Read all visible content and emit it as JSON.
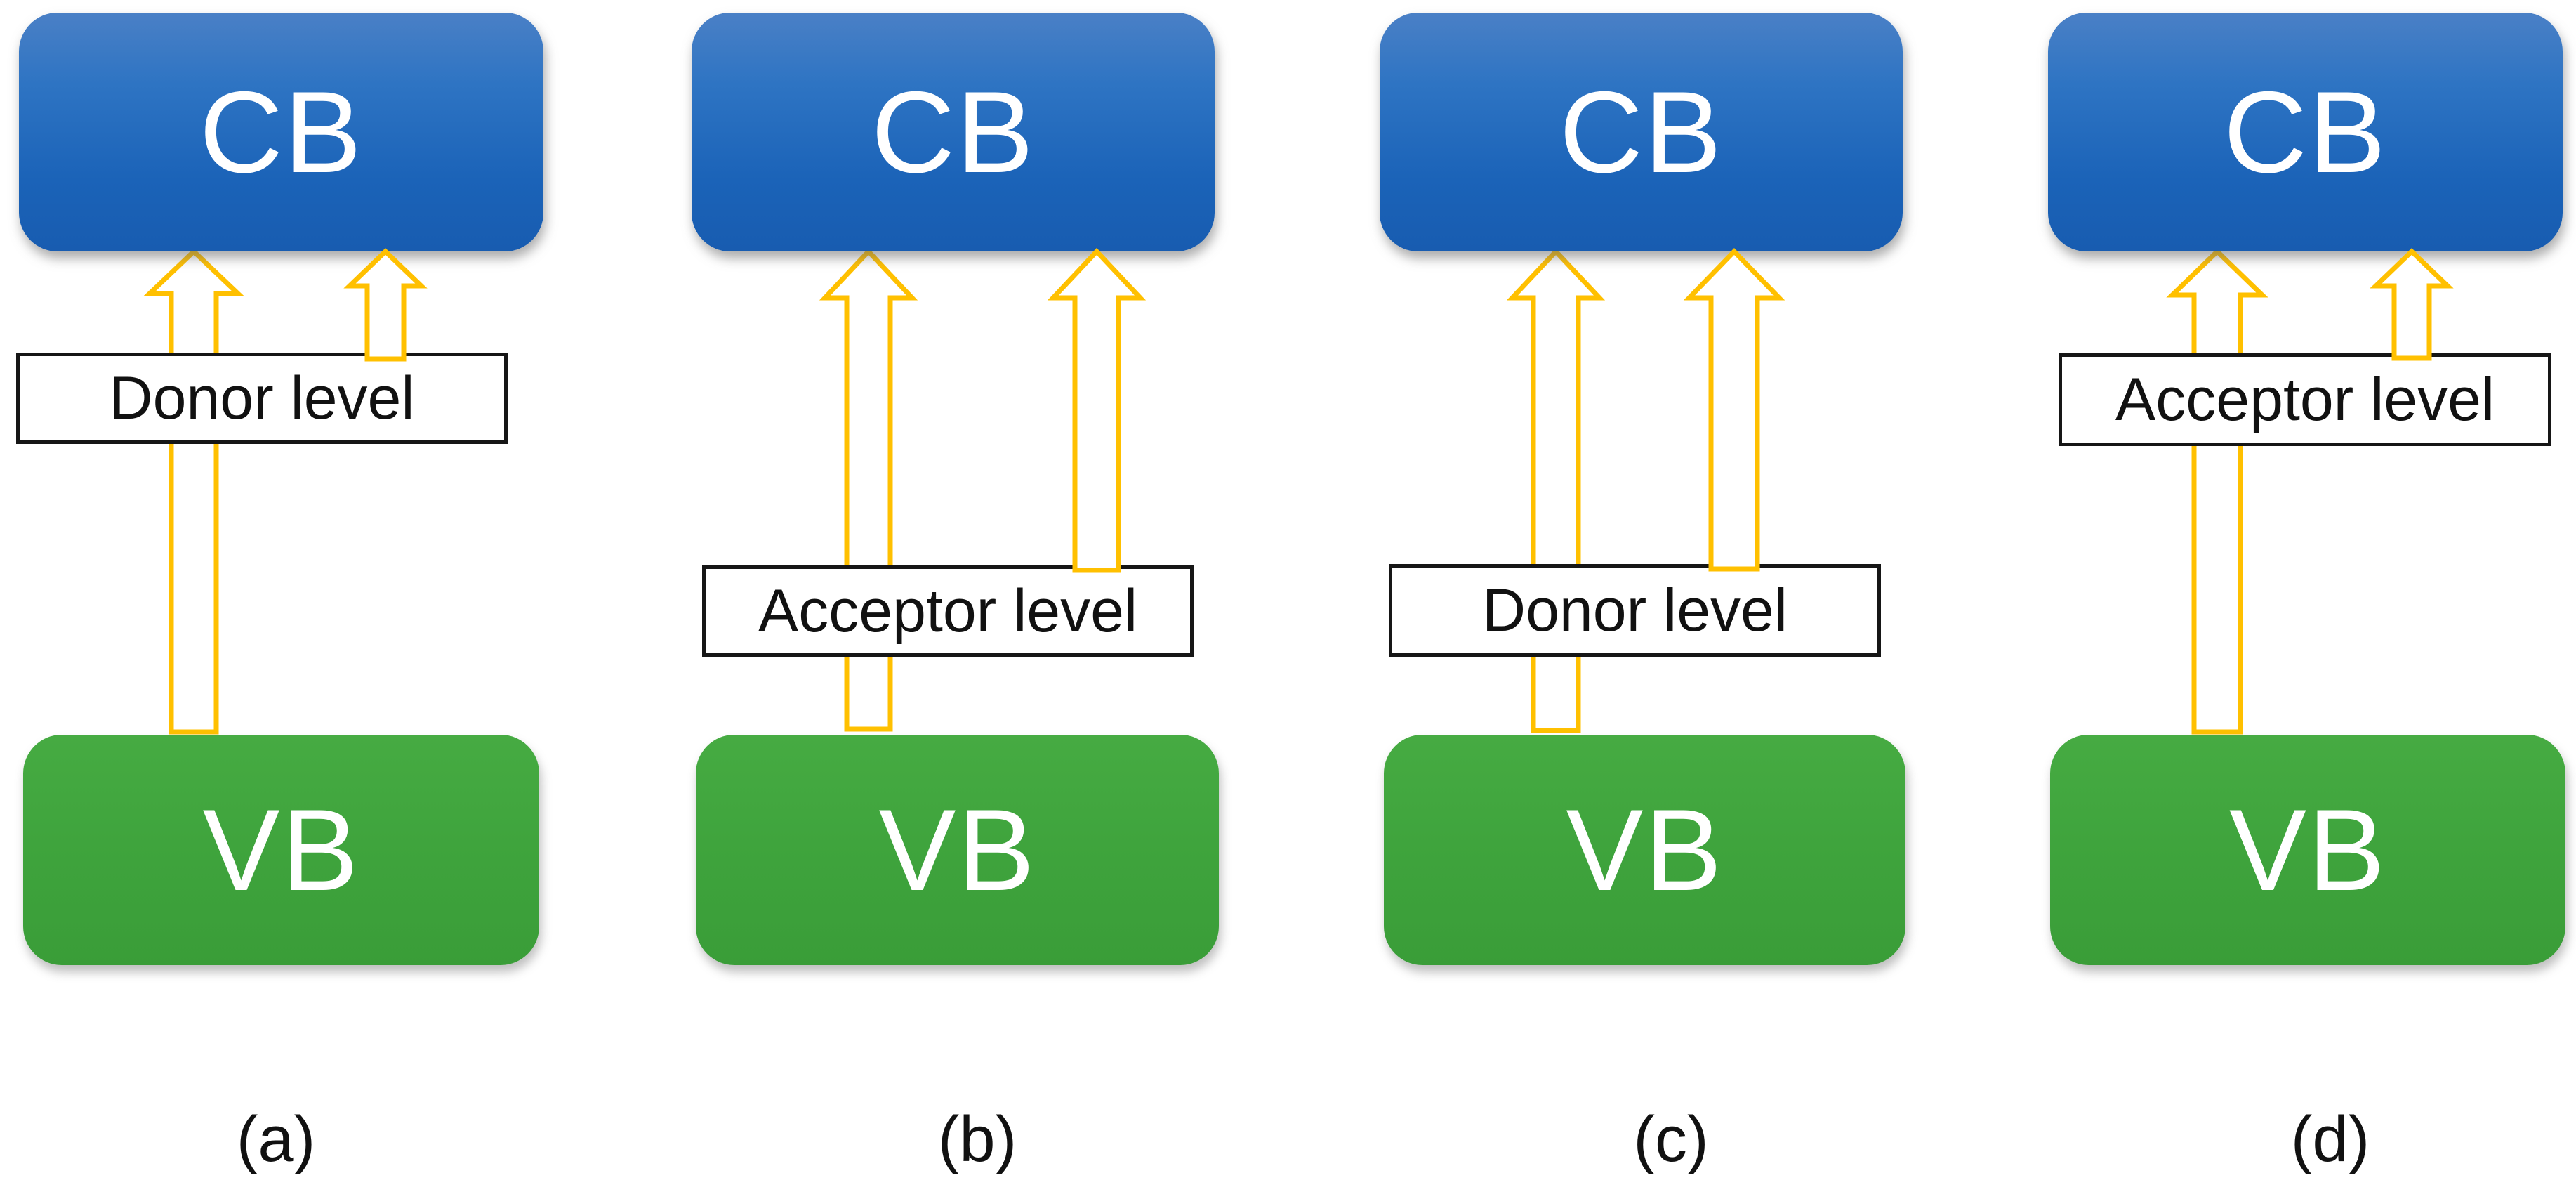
{
  "figure": {
    "panels": [
      {
        "caption": "(a)",
        "top_band": "CB",
        "bottom_band": "VB",
        "level_label": "Donor level",
        "level_position": "near CB (shallow donor)",
        "arrows": "two upward transition arrows: long one from VB to CB, short one from donor level to CB"
      },
      {
        "caption": "(b)",
        "top_band": "CB",
        "bottom_band": "VB",
        "level_label": "Acceptor level",
        "level_position": "near VB (deep acceptor)",
        "arrows": "two upward transition arrows: long one from VB to CB, one from acceptor level to CB"
      },
      {
        "caption": "(c)",
        "top_band": "CB",
        "bottom_band": "VB",
        "level_label": "Donor level",
        "level_position": "near VB (deep donor)",
        "arrows": "two upward transition arrows: long one from VB to CB, one from donor level to CB"
      },
      {
        "caption": "(d)",
        "top_band": "CB",
        "bottom_band": "VB",
        "level_label": "Acceptor level",
        "level_position": "near CB (shallow acceptor)",
        "arrows": "two upward transition arrows: long one from VB to CB, short one from acceptor level to CB"
      }
    ],
    "colors": {
      "conduction_band_blue": "#1E66BB",
      "valence_band_green": "#3EA33C",
      "arrow_outline_gold": "#FFC000",
      "arrow_fill": "#FFFFFF",
      "label_box_border": "#161616",
      "label_text": "#111111",
      "band_text": "#FFFFFF",
      "background": "#FFFFFF"
    }
  }
}
